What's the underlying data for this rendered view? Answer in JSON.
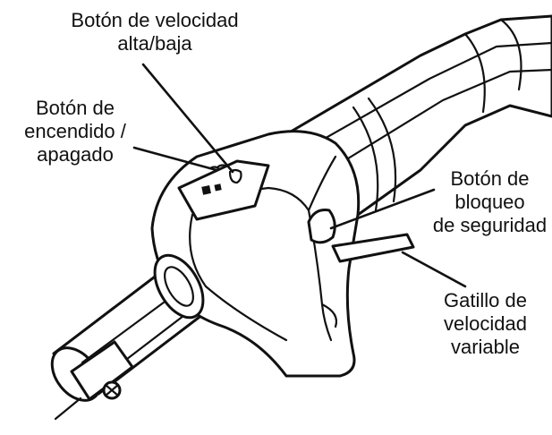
{
  "labels": {
    "speed_button": [
      "Botón de velocidad",
      "alta/baja"
    ],
    "power_button": [
      "Botón de",
      "encendido /",
      "apagado"
    ],
    "lock_button": [
      "Botón de",
      "bloqueo",
      "de seguridad"
    ],
    "trigger": [
      "Gatillo de",
      "velocidad",
      "variable"
    ]
  }
}
